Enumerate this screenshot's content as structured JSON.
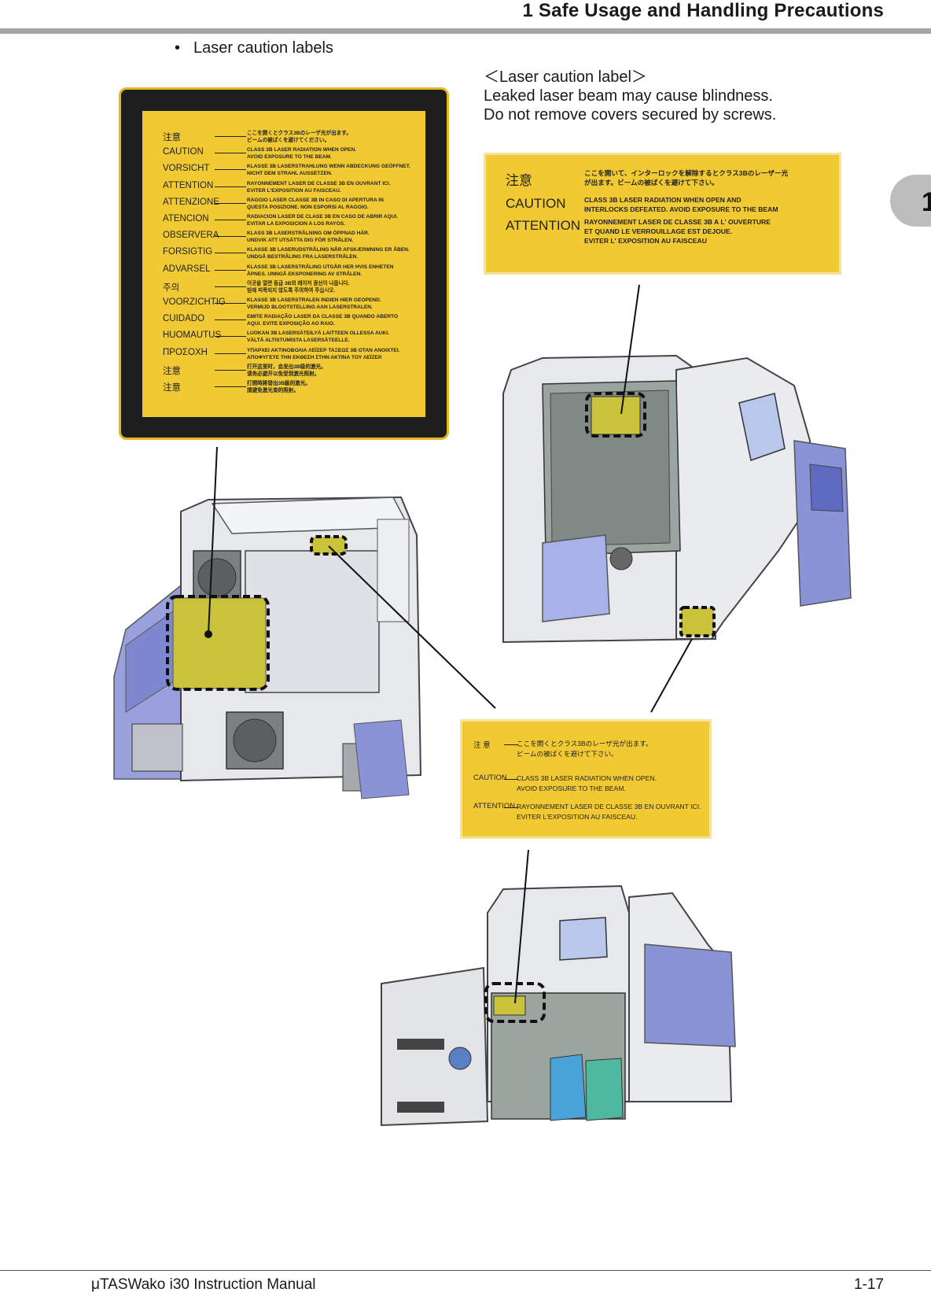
{
  "header": {
    "title": "1 Safe Usage and Handling Precautions",
    "chapter_tab": "1"
  },
  "bullet": {
    "marker": "•",
    "text": "Laser caution labels"
  },
  "caption": {
    "line1": "＜Laser caution label＞",
    "line2": "Leaked laser beam may cause blindness.",
    "line3": "Do not remove covers secured by screws."
  },
  "big_label": {
    "rows": [
      {
        "key": "注意",
        "value": "ここを開くとクラス3Bのレーザ光が出ます。\nビームの被ばくを避けてください。"
      },
      {
        "key": "CAUTION",
        "value": "CLASS 3B LASER RADIATION WHEN OPEN.\nAVOID EXPOSURE TO THE BEAM."
      },
      {
        "key": "VORSICHT",
        "value": "KLASSE 3B LASERSTRAHLUNG WENN ABDECKUNG GEÖFFNET.\nNICHT DEM STRAHL AUSSETZEN."
      },
      {
        "key": "ATTENTION",
        "value": "RAYONNEMENT LASER DE CLASSE 3B EN OUVRANT ICI.\nEVITER L'EXPOSITION AU FAISCEAU."
      },
      {
        "key": "ATTENZIONE",
        "value": "RAGGIO LASER CLASSE 3B IN CASO DI APERTURA IN\nQUESTA POSIZIONE. NON ESPORSI AL RAGGIO."
      },
      {
        "key": "ATENCION",
        "value": "RADIACION LASER DE CLASE 3B EN CASO DE ABRIR AQUI.\nEVITAR LA EXPOSICION A LOS RAYOS."
      },
      {
        "key": "OBSERVERA",
        "value": "KLASS 3B LASERSTRÅLNING OM ÖPPNAD HÄR.\nUNDVIK ATT UTSÄTTA DIG FÖR STRÅLEN."
      },
      {
        "key": "FORSIGTIG",
        "value": "KLASSE 3B LASERUDSTRÅLING NÅR AFSKÆRMNING ER ÅBEN.\nUNDGÅ BESTRÅLING FRA LASERSTRÅLEN."
      },
      {
        "key": "ADVARSEL",
        "value": "KLASSE 3B LASERSTRÅLING UTGÅR HER HVIS ENHETEN\nÅPNES. UNNGÅ EKSPONERING AV STRÅLEN."
      },
      {
        "key": "주의",
        "value": "이곳을 열면 등급 3B의 레이저 광선이 나옵니다.\n빔에 피폭되지 않도록 주의하여 주십시오."
      },
      {
        "key": "VOORZICHTIG",
        "value": "KLASSE 3B LASERSTRALEN INDIEN HIER GEOPEND.\nVERMIJD BLOOTSTELLING AAN LASERSTRALEN."
      },
      {
        "key": "CUIDADO",
        "value": "EMITE RADIAÇÃO LASER DA CLASSE 3B QUANDO ABERTO\nAQUI. EVITE EXPOSIÇÃO AO RAIO."
      },
      {
        "key": "HUOMAUTUS",
        "value": "LUOKAN 3B LASERSÄTEILYÄ LAITTEEN OLLESSA AUKI.\nVÄLTÄ ALTISTUMISTA LASERSÄTEELLE."
      },
      {
        "key": "ΠΡΟΣΟΧΗ",
        "value": "ΥΠΑΡΧΕΙ ΑΚΤΙΝΟΒΟΛΙΑ ΛΕΪΖΕΡ ΤΑΞΕΩΣ 3B ΟΤΑΝ ΑΝΟΙΧΤΕΙ.\nΑΠΟΦΥΓΕΤΕ ΤΗΝ ΕΚΘΕΣΗ ΣΤΗΝ ΑΚΤΙΝΑ ΤΟΥ ΛΕΪΖΕΡ."
      },
      {
        "key": "注意",
        "value": "打开这里时，会发出3B级的激光。\n请务必避开以免受到激光照射。"
      },
      {
        "key": "注意",
        "value": "打開時將發出3B級的激光。\n請避免激光束的照射。"
      }
    ]
  },
  "label_a": {
    "rows": [
      {
        "key": "注意",
        "value": "ここを開いて、インターロックを解除するとクラス3Bのレーザー光\nが出ます。ビームの被ばくを避けて下さい。"
      },
      {
        "key": "CAUTION",
        "value": "CLASS 3B LASER RADIATION WHEN OPEN AND\nINTERLOCKS DEFEATED. AVOID EXPOSURE TO THE BEAM"
      },
      {
        "key": "ATTENTION",
        "value": "RAYONNEMENT LASER DE CLASSE 3B A L' OUVERTURE\nET QUAND LE VERROUILLAGE EST DEJOUE.\nEVITER L' EXPOSITION AU FAISCEAU"
      }
    ]
  },
  "label_b": {
    "rows": [
      {
        "key": "注 意",
        "value": "ここを開くとクラス3Bのレーザ光が出ます。\nビームの被ばくを避けて下さい。"
      },
      {
        "key": "CAUTION",
        "value": "CLASS 3B LASER RADIATION WHEN OPEN.\nAVOID EXPOSURE TO THE BEAM."
      },
      {
        "key": "ATTENTION",
        "value": "RAYONNEMENT LASER DE CLASSE 3B EN OUVRANT ICI.\nEVITER L'EXPOSITION AU FAISCEAU."
      }
    ]
  },
  "footer": {
    "left": "μTASWako i30  Instruction Manual",
    "right": "1-17"
  },
  "colors": {
    "label_yellow": "#f1c933",
    "label_border": "#1e1e1e",
    "machine_grey": "#e4e6ea",
    "blue_cover": "#8a93d6"
  }
}
